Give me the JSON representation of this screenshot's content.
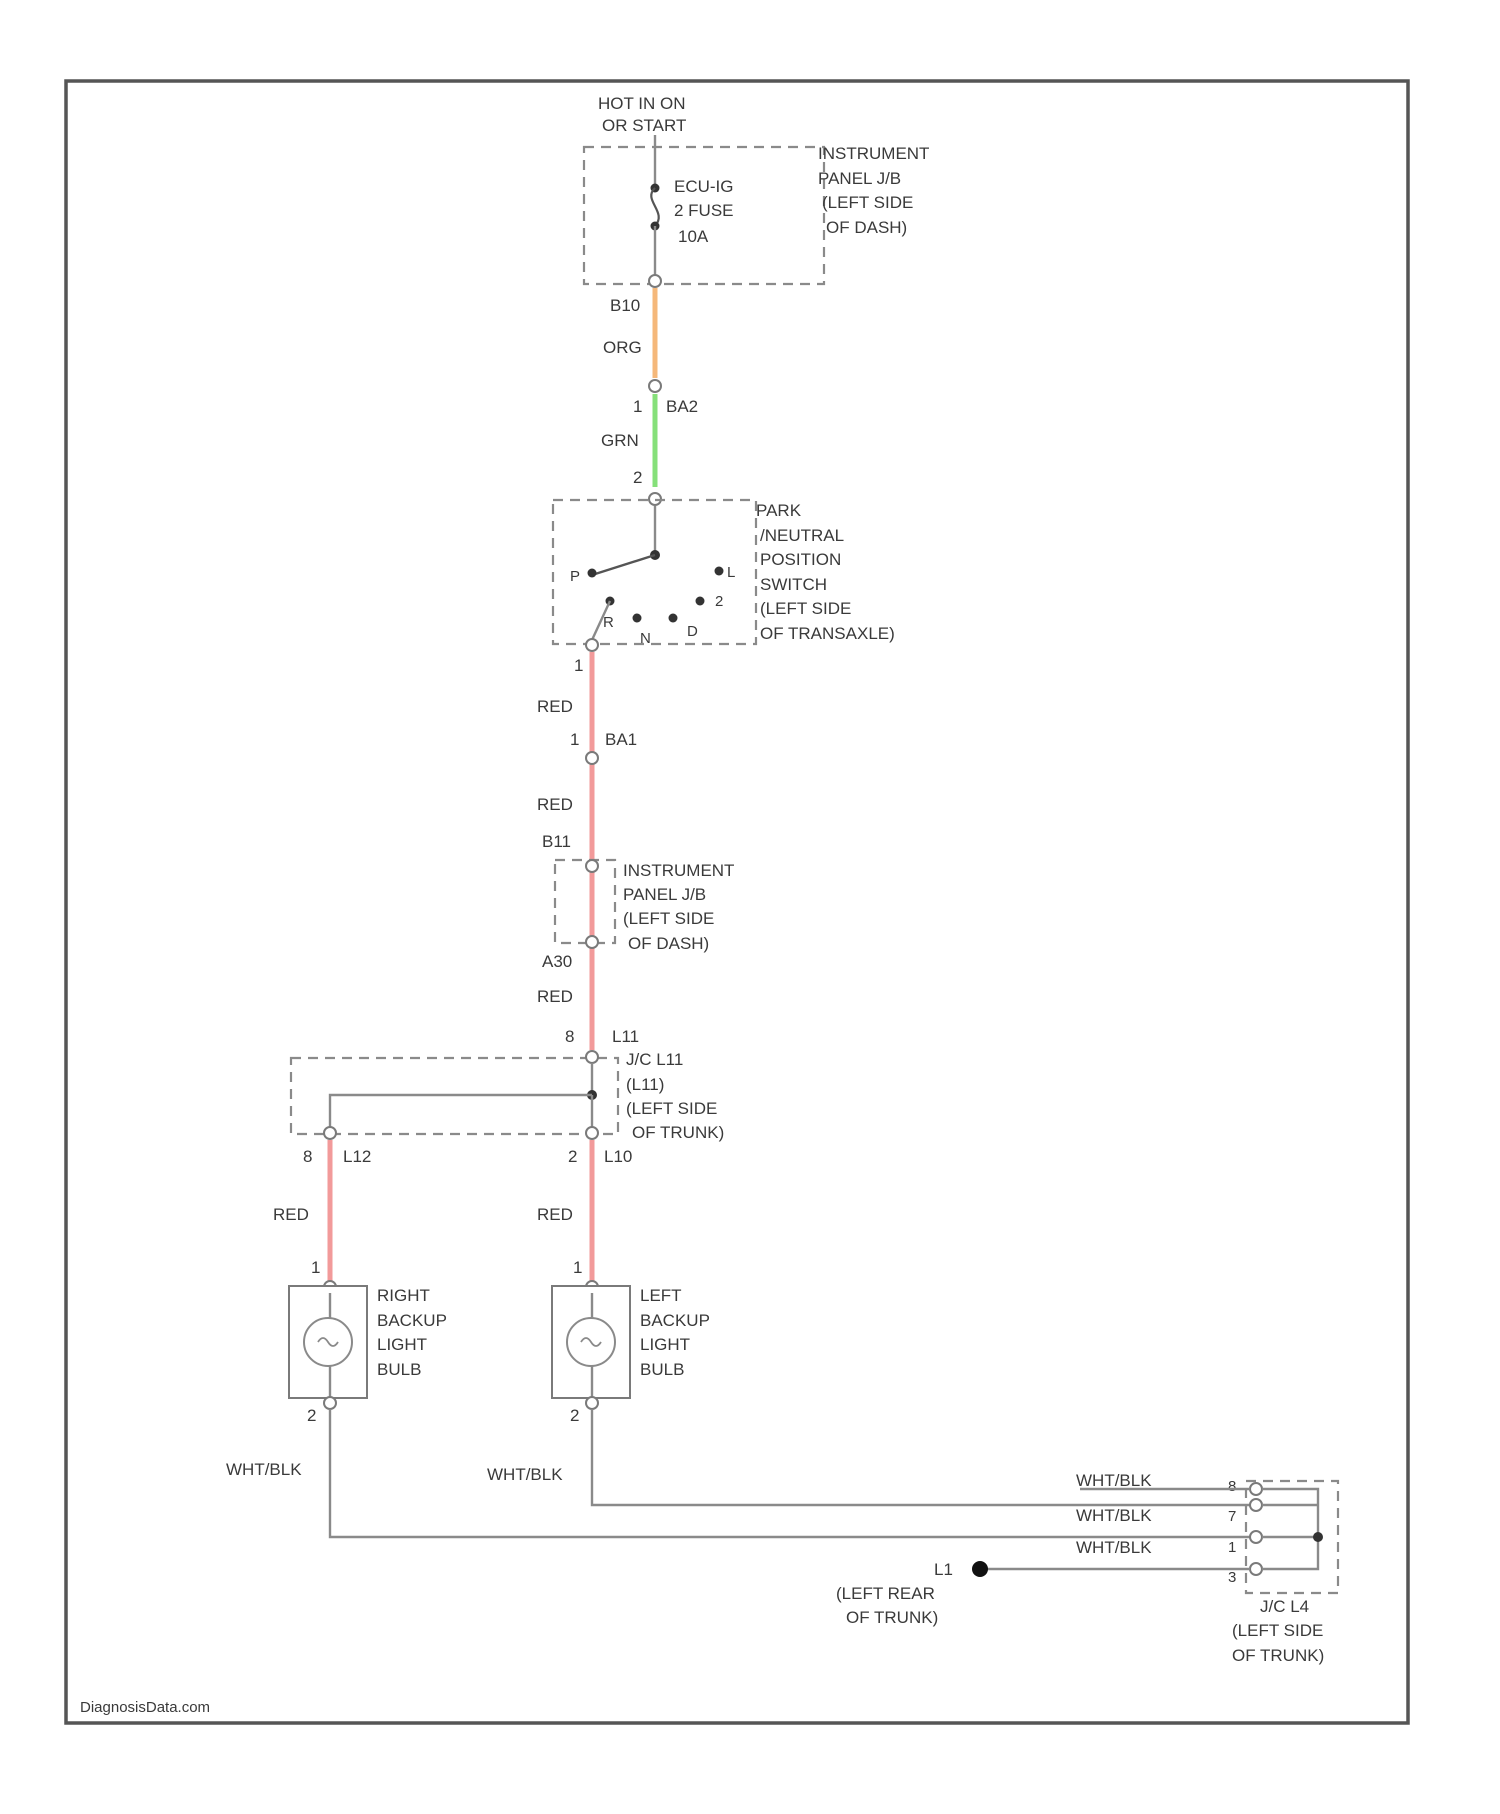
{
  "diagram": {
    "power_source": [
      "HOT IN ON",
      "OR START"
    ],
    "fuse": [
      "ECU-IG",
      "2 FUSE",
      "10A"
    ],
    "ip_jb_top": [
      "INSTRUMENT",
      "PANEL J/B",
      "(LEFT SIDE",
      "OF DASH)"
    ],
    "ip_jb_mid": [
      "INSTRUMENT",
      "PANEL J/B",
      "(LEFT SIDE",
      "OF DASH)"
    ],
    "pn_switch": [
      "PARK",
      "/NEUTRAL",
      "POSITION",
      "SWITCH",
      "(LEFT SIDE",
      "OF TRANSAXLE)"
    ],
    "switch_positions": {
      "p": "P",
      "r": "R",
      "n": "N",
      "d": "D",
      "two": "2",
      "l": "L"
    },
    "jc_l11": [
      "J/C L11",
      "(L11)",
      "(LEFT SIDE",
      "OF TRUNK)"
    ],
    "jc_l4": [
      "J/C L4",
      "(LEFT SIDE",
      "OF TRUNK)"
    ],
    "right_bulb": [
      "RIGHT",
      "BACKUP",
      "LIGHT",
      "BULB"
    ],
    "left_bulb": [
      "LEFT",
      "BACKUP",
      "LIGHT",
      "BULB"
    ],
    "ground": {
      "id": "L1",
      "location": [
        "(LEFT REAR",
        "OF TRUNK)"
      ]
    },
    "connectors": {
      "b10": "B10",
      "ba2": "BA2",
      "ba1": "BA1",
      "b11": "B11",
      "a30": "A30",
      "l11": "L11",
      "l12": "L12",
      "l10": "L10"
    },
    "pins": {
      "ba2_1": "1",
      "ba2_2": "2",
      "pn_out": "1",
      "ba1_1": "1",
      "l11_in": "8",
      "l12_8": "8",
      "l10_2": "2",
      "rb_1": "1",
      "rb_2": "2",
      "lb_1": "1",
      "lb_2": "2",
      "jc4_8": "8",
      "jc4_7": "7",
      "jc4_1": "1",
      "jc4_3": "3"
    },
    "wire_colors": {
      "org": "ORG",
      "grn": "GRN",
      "red1": "RED",
      "red2": "RED",
      "red3": "RED",
      "red_right": "RED",
      "red_left": "RED",
      "wht_right": "WHT/BLK",
      "wht_left": "WHT/BLK",
      "wht_j1": "WHT/BLK",
      "wht_j2": "WHT/BLK",
      "wht_j3": "WHT/BLK"
    },
    "colors": {
      "org": "#f5b87a",
      "grn": "#86e07a",
      "red": "#f29a9a",
      "wire": "#8a8a8a"
    },
    "watermark": "DiagnosisData.com"
  }
}
